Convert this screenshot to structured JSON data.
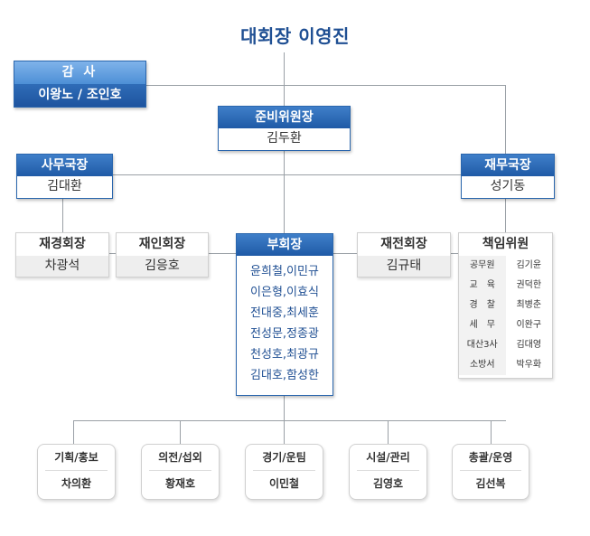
{
  "title": "대회장 이영진",
  "auditor": {
    "label": "감 사",
    "names": "이왕노 / 조인호"
  },
  "prep_chair": {
    "label": "준비위원장",
    "name": "김두환"
  },
  "secretary_general": {
    "label": "사무국장",
    "name": "김대환"
  },
  "finance_director": {
    "label": "재무국장",
    "name": "성기동"
  },
  "vice_chairs": {
    "label": "부회장",
    "rows": [
      "윤희철,이민규",
      "이은형,이효식",
      "전대중,최세훈",
      "전성문,정종광",
      "천성호,최광규",
      "김대호,함성한"
    ]
  },
  "sub_chairs": [
    {
      "label": "재경회장",
      "name": "차광석"
    },
    {
      "label": "재인회장",
      "name": "김응호"
    },
    {
      "label": "재전회장",
      "name": "김규태"
    }
  ],
  "committee": {
    "label": "책임위원",
    "rows": [
      {
        "role": "공무원",
        "name": "김기윤"
      },
      {
        "role": "교　육",
        "name": "권덕한"
      },
      {
        "role": "경　찰",
        "name": "최병춘"
      },
      {
        "role": "세　무",
        "name": "이완구"
      },
      {
        "role": "대산3사",
        "name": "김대영"
      },
      {
        "role": "소방서",
        "name": "박우화"
      }
    ]
  },
  "departments": [
    {
      "label": "기획/홍보",
      "name": "차의환"
    },
    {
      "label": "의전/섭외",
      "name": "황재호"
    },
    {
      "label": "경기/운팀",
      "name": "이민철"
    },
    {
      "label": "시설/관리",
      "name": "김영호"
    },
    {
      "label": "총괄/운영",
      "name": "김선복"
    }
  ]
}
